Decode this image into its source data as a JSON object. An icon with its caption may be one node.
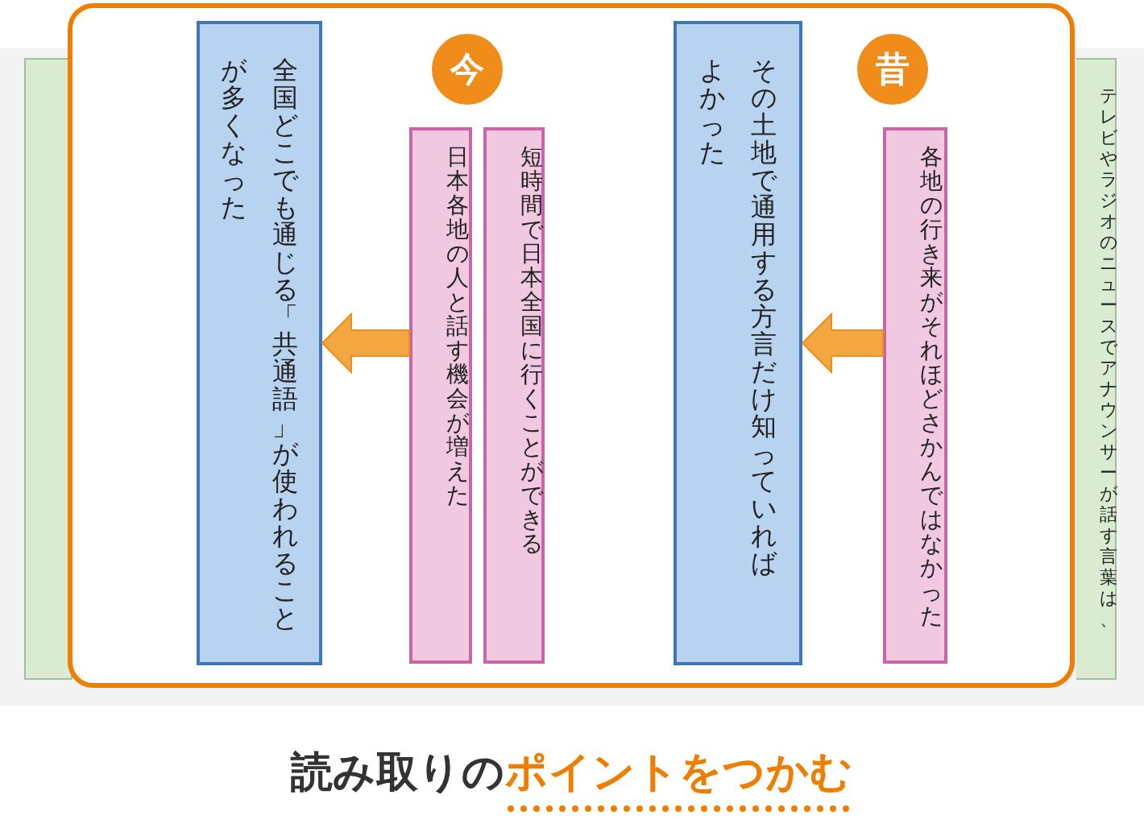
{
  "diagram": {
    "caption": "読み取りの**ポイントをつかむ**",
    "nodes": [
      {
        "text": [
          "昔"
        ]
      },
      {
        "text": [
          "各地の行き来がそれほどさかんではなかった"
        ]
      },
      {
        "text": [
          "その土地で通用する方言だけ知っていればよかった"
        ]
      },
      {
        "text": [
          "今"
        ]
      },
      {
        "text": [
          "短時間で日本全国に行くことができる"
        ]
      },
      {
        "text": [
          "日本各地の人と話す機会が増えた"
        ]
      },
      {
        "text": [
          "全国どこでも通じる「共通語」が使われることが多くなった"
        ]
      },
      {
        "text": [
          "テレビやラジオのニュースでアナウンサーが話す言葉は、"
        ]
      }
    ],
    "edges": [
      {
        "from": 1,
        "to": 2,
        "arrow": "to"
      },
      {
        "from": 5,
        "to": 6,
        "arrow": "to"
      }
    ]
  }
}
